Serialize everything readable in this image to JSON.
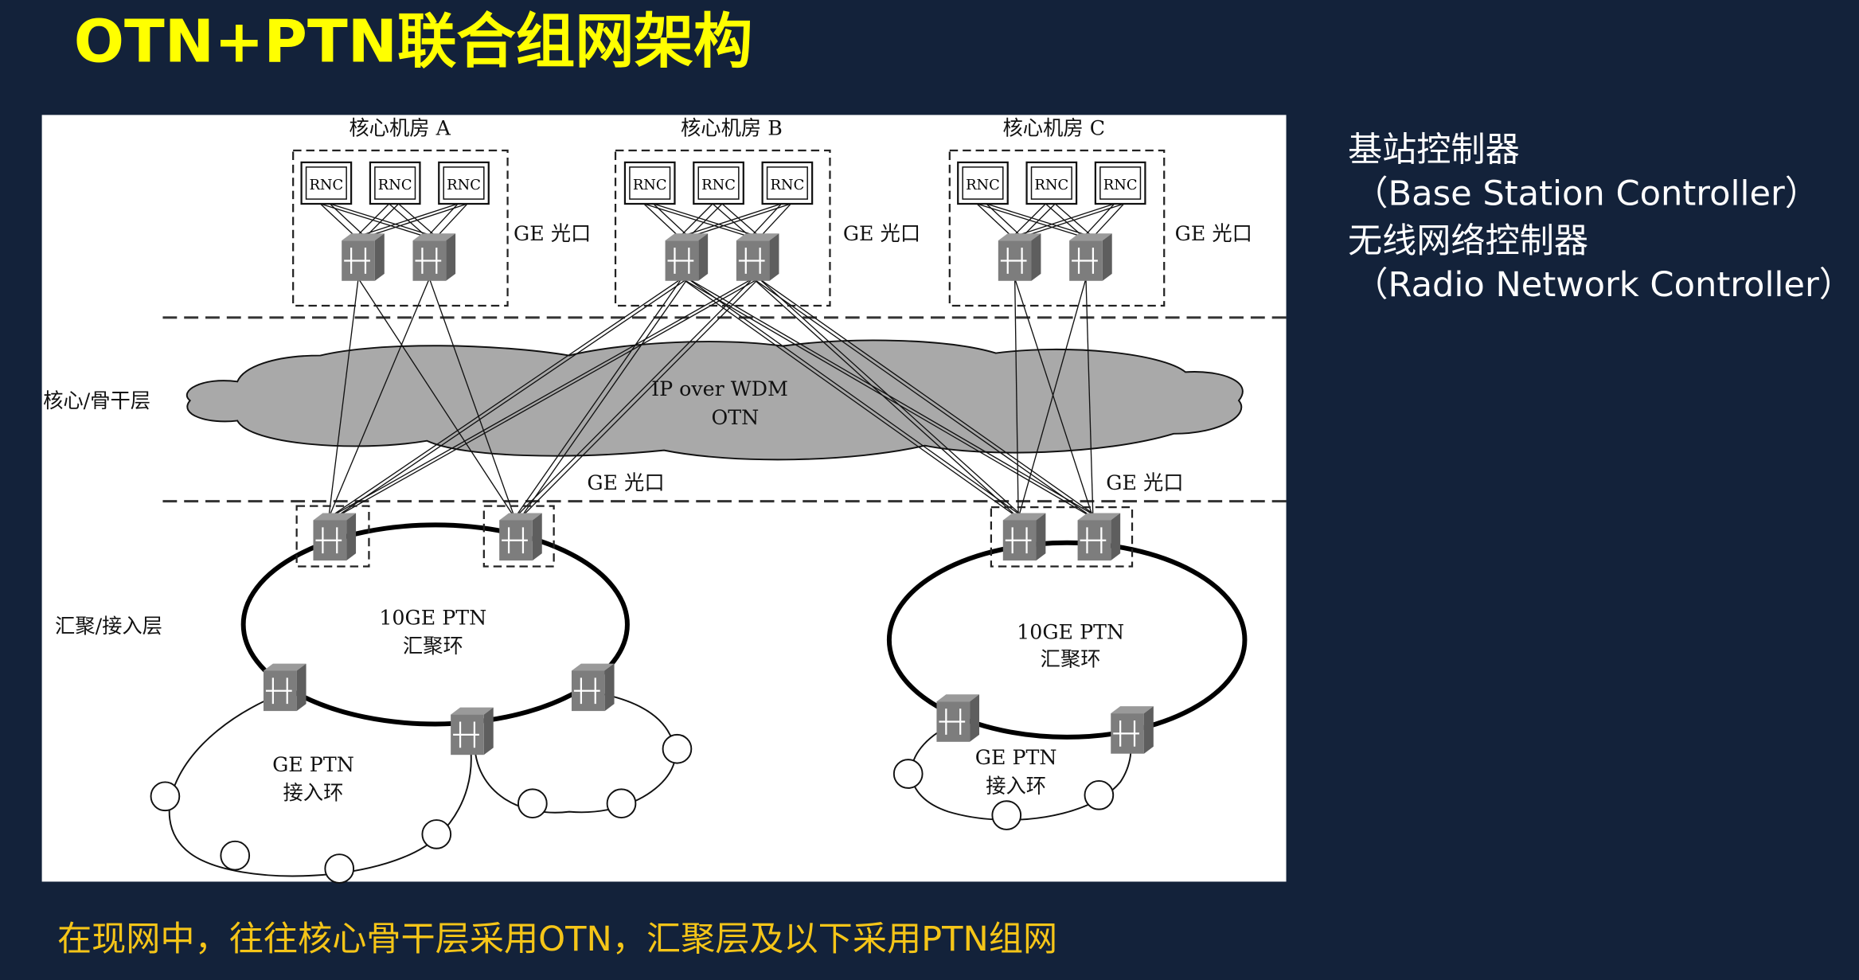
{
  "slide": {
    "title": "OTN+PTN联合组网架构",
    "caption": "在现网中，往往核心骨干层采用OTN，汇聚层及以下采用PTN组网",
    "colors": {
      "background": "#13223a",
      "title": "#ffff00",
      "caption": "#f5c518",
      "notes": "#ffffff"
    }
  },
  "notes": {
    "line1": "基站控制器",
    "line2": "（Base Station Controller）",
    "line3": "无线网络控制器",
    "line4": "（Radio Network Controller）"
  },
  "diagram": {
    "rooms": [
      "核心机房 A",
      "核心机房 B",
      "核心机房 C"
    ],
    "rnc_label": "RNC",
    "ge_port": "GE 光口",
    "core_layer": "核心/骨干层",
    "agg_layer": "汇聚/接入层",
    "cloud_line1": "IP over WDM",
    "cloud_line2": "OTN",
    "agg_ring_line1": "10GE PTN",
    "agg_ring_line2": "汇聚环",
    "access_ring_line1": "GE PTN",
    "access_ring_line2": "接入环"
  }
}
